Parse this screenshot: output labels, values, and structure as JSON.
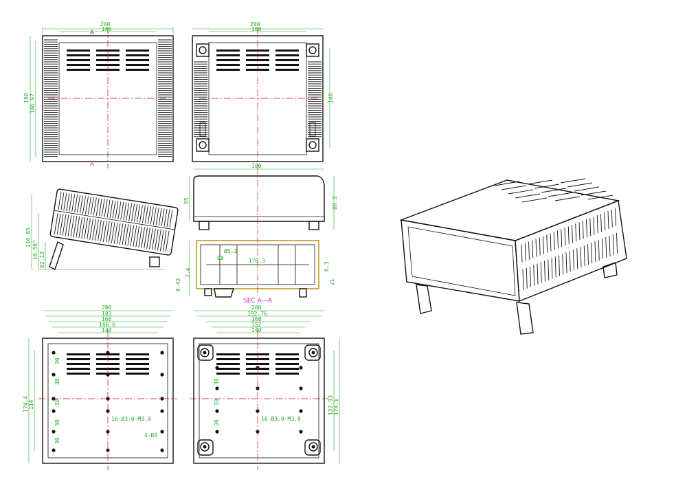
{
  "views": {
    "front": {
      "width_outer": "200",
      "width_inner": "166",
      "height_outer": "190",
      "height_inner": "166.97",
      "section_label": "A"
    },
    "rear": {
      "width_outer": "200",
      "width_inner": "168",
      "height": "140"
    },
    "top": {
      "length": "180",
      "height_left": "65",
      "height_right": "88.3"
    },
    "side": {
      "dim_a": "116.85",
      "dim_b": "10.56°",
      "dim_c": "82.13"
    },
    "section": {
      "label": "SEC A—A",
      "dia": "Ø5.2",
      "inner": "176.3",
      "d1": "08",
      "d2": "2.4",
      "d3": "8.42",
      "d4": "6.3",
      "d5": "21"
    },
    "bottom_left": {
      "w1": "200",
      "w2": "183",
      "w3": "166",
      "w4": "166.6",
      "w5": "140",
      "h1": "174.4",
      "h2": "114",
      "pitch": "30",
      "note_holes": "16-Ø3.0-M3.0",
      "note_feet": "4-R0"
    },
    "bottom_right": {
      "w1": "200",
      "w2": "192.76",
      "w3": "168",
      "w4": "152",
      "w5": "140",
      "h1": "127.93",
      "h2": "174.1",
      "pitch": "30",
      "note_holes": "16-Ø3.0-M3.0"
    }
  }
}
